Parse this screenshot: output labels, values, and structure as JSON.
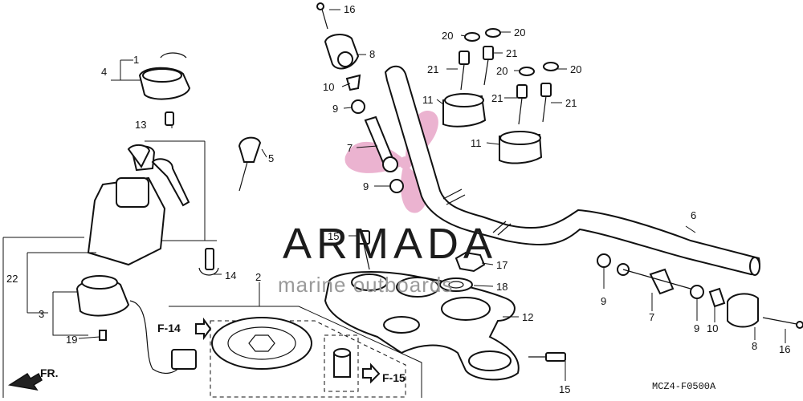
{
  "watermark": {
    "brand": "ARMADA",
    "tagline": "marine outboards",
    "logo_color": "#e8a6c8"
  },
  "diagram_code": "MCZ4-F0500A",
  "refs": {
    "f14": "F-14",
    "f15": "F-15",
    "front": "FR."
  },
  "callouts": {
    "c1": "1",
    "c2": "2",
    "c3": "3",
    "c4": "4",
    "c5": "5",
    "c6": "6",
    "c7a": "7",
    "c7b": "7",
    "c8a": "8",
    "c8b": "8",
    "c9a": "9",
    "c9b": "9",
    "c9c": "9",
    "c9d": "9",
    "c10a": "10",
    "c10b": "10",
    "c11a": "11",
    "c11b": "11",
    "c12": "12",
    "c13": "13",
    "c14": "14",
    "c15a": "15",
    "c15b": "15",
    "c16a": "16",
    "c16b": "16",
    "c17": "17",
    "c18": "18",
    "c19": "19",
    "c20a": "20",
    "c20b": "20",
    "c20c": "20",
    "c20d": "20",
    "c21a": "21",
    "c21b": "21",
    "c21c": "21",
    "c21d": "21",
    "c22": "22"
  }
}
